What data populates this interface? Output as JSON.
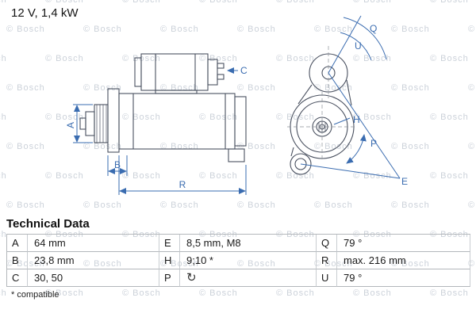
{
  "header": {
    "power_label": "12 V, 1,4 kW"
  },
  "watermark": {
    "text": "© Bosch"
  },
  "diagram": {
    "labels": {
      "A": "A",
      "B": "B",
      "C": "C",
      "R": "R",
      "Q": "Q",
      "U": "U",
      "H": "H",
      "P": "P",
      "E": "E"
    }
  },
  "technical_data": {
    "title": "Technical Data",
    "rows": [
      [
        {
          "k": "A",
          "v": "64 mm"
        },
        {
          "k": "E",
          "v": "8,5 mm, M8"
        },
        {
          "k": "Q",
          "v": "79 °"
        }
      ],
      [
        {
          "k": "B",
          "v": "23,8 mm"
        },
        {
          "k": "H",
          "v": "9;10 *"
        },
        {
          "k": "R",
          "v": "max. 216 mm"
        }
      ],
      [
        {
          "k": "C",
          "v": "30, 50"
        },
        {
          "k": "P",
          "v": "↻"
        },
        {
          "k": "U",
          "v": "79 °"
        }
      ]
    ],
    "footnote": "* compatible"
  }
}
